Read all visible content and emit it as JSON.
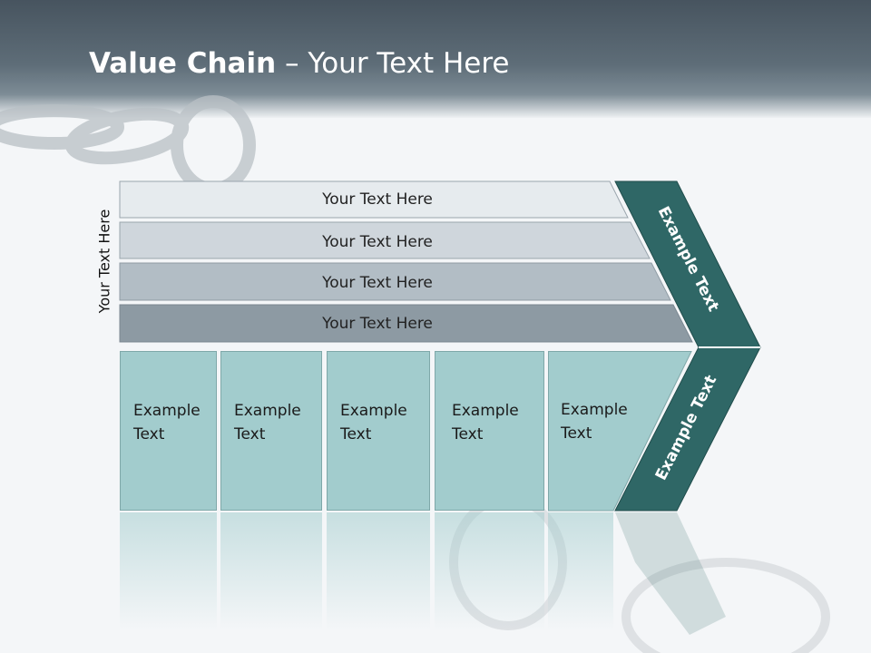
{
  "title": {
    "bold": "Value Chain",
    "rest": " – Your Text Here"
  },
  "side_label": "Your Text Here",
  "rows": [
    {
      "label": "Your Text Here"
    },
    {
      "label": "Your Text Here"
    },
    {
      "label": "Your Text Here"
    },
    {
      "label": "Your Text Here"
    }
  ],
  "boxes": [
    {
      "line1": "Example",
      "line2": "Text"
    },
    {
      "line1": "Example",
      "line2": "Text"
    },
    {
      "line1": "Example",
      "line2": "Text"
    },
    {
      "line1": "Example",
      "line2": "Text"
    },
    {
      "line1": "Example",
      "line2": "Text"
    }
  ],
  "chevron": {
    "top_label": "Example Text",
    "bottom_label": "Example Text"
  },
  "colors": {
    "header": "#47545f",
    "chevron": "#2f6766",
    "box": "#a2cccd"
  }
}
